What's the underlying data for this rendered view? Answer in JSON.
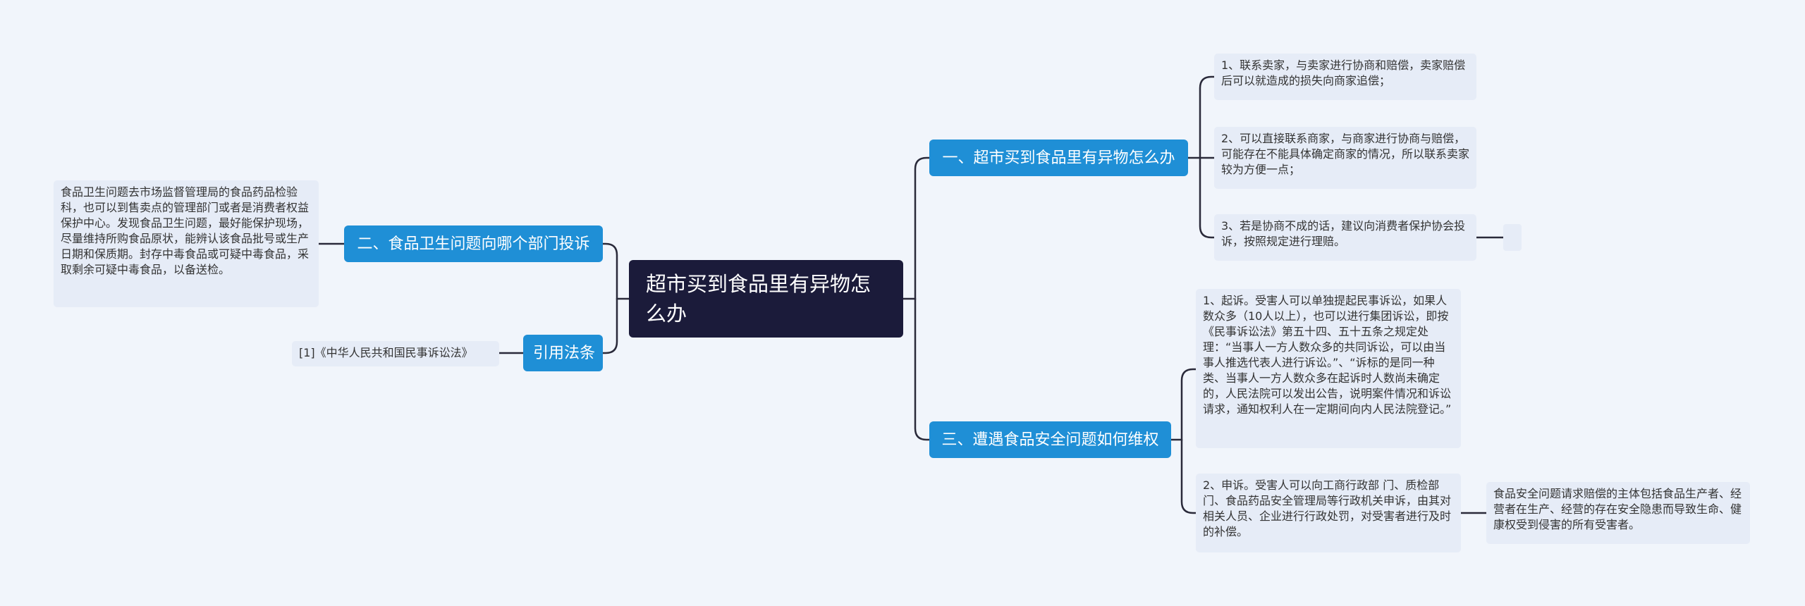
{
  "root": {
    "title": "超市买到食品里有异物怎么办"
  },
  "branches": {
    "b1": "一、超市买到食品里有异物怎么办",
    "b2": "二、食品卫生问题向哪个部门投诉",
    "b3": "三、遭遇食品安全问题如何维权",
    "b4": "引用法条"
  },
  "leaves": {
    "b1_1": "1、联系卖家，与卖家进行协商和赔偿，卖家赔偿后可以就造成的损失向商家追偿；",
    "b1_2": "2、可以直接联系商家，与商家进行协商与赔偿，可能存在不能具体确定商家的情况，所以联系卖家较为方便一点；",
    "b1_3": "3、若是协商不成的话，建议向消费者保护协会投诉，按照规定进行理赔。",
    "b1_3_child": "",
    "b2_1": "食品卫生问题去市场监督管理局的食品药品检验科，也可以到售卖点的管理部门或者是消费者权益保护中心。发现食品卫生问题，最好能保护现场，尽量维持所购食品原状，能辨认该食品批号或生产日期和保质期。封存中毒食品或可疑中毒食品，采取剩余可疑中毒食品，以备送检。",
    "b3_1": "1、起诉。受害人可以单独提起民事诉讼，如果人数众多（10人以上），也可以进行集团诉讼，即按《民事诉讼法》第五十四、五十五条之规定处理：“当事人一方人数众多的共同诉讼，可以由当事人推选代表人进行诉讼。”、“诉标的是同一种类、当事人一方人数众多在起诉时人数尚未确定的，人民法院可以发出公告，说明案件情况和诉讼请求，通知权利人在一定期间向内人民法院登记。”",
    "b3_2": "2、申诉。受害人可以向工商行政部 门、质检部门、食品药品安全管理局等行政机关申诉，由其对相关人员、企业进行行政处罚，对受害者进行及时的补偿。",
    "b3_2_child": "食品安全问题请求赔偿的主体包括食品生产者、经营者在生产、经营的存在安全隐患而导致生命、健康权受到侵害的所有受害者。",
    "b4_1": "[1]《中华人民共和国民事诉讼法》"
  },
  "colors": {
    "background": "#f1f5fb",
    "root": "#1b1b3a",
    "branch": "#1f8fd6",
    "leaf": "#e6ecf7",
    "line": "#2a2a3a"
  }
}
